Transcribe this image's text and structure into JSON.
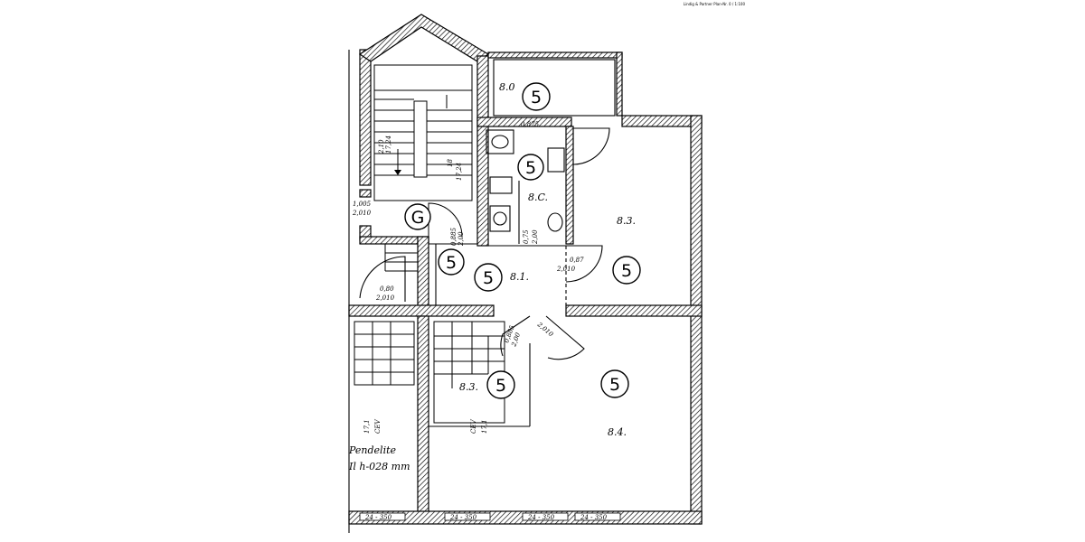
{
  "corner_note": "Lindig & Partner Plan-Nr. 0 / 1:100",
  "zone_marks": [
    {
      "id": "balcony",
      "label": "5"
    },
    {
      "id": "bath",
      "label": "5"
    },
    {
      "id": "stair-landing",
      "label": "G"
    },
    {
      "id": "hall-left",
      "label": "5"
    },
    {
      "id": "hall",
      "label": "5"
    },
    {
      "id": "room-3",
      "label": "5"
    },
    {
      "id": "room-5",
      "label": "5"
    },
    {
      "id": "room-4",
      "label": "5"
    }
  ],
  "room_labels": [
    {
      "id": "balcony",
      "text": "8.0"
    },
    {
      "id": "bath",
      "text": "8.C."
    },
    {
      "id": "hall",
      "text": "8.1."
    },
    {
      "id": "room-3",
      "text": "8.3."
    },
    {
      "id": "room-5",
      "text": "8.3."
    },
    {
      "id": "room-4",
      "text": "8.4."
    }
  ],
  "dimension_labels": [
    {
      "id": "bath-top",
      "text": "0,875"
    },
    {
      "id": "stair-1",
      "text": "2,10"
    },
    {
      "id": "stair-2",
      "text": "17,24"
    },
    {
      "id": "stair-3",
      "text": "18"
    },
    {
      "id": "stair-4",
      "text": "17,24"
    },
    {
      "id": "left-door",
      "text": "1,005"
    },
    {
      "id": "left-door-2",
      "text": "2,010"
    },
    {
      "id": "hall-door",
      "text": "0,885"
    },
    {
      "id": "hall-door-2",
      "text": "2,00"
    },
    {
      "id": "bath-door",
      "text": "0,75"
    },
    {
      "id": "bath-door-2",
      "text": "2,00"
    },
    {
      "id": "room3-door",
      "text": "0,87"
    },
    {
      "id": "room3-door-2",
      "text": "2,010"
    },
    {
      "id": "lower-door",
      "text": "0,80"
    },
    {
      "id": "lower-door-2",
      "text": "2,010"
    },
    {
      "id": "mid-door",
      "text": "0,885"
    },
    {
      "id": "mid-door-2",
      "text": "2,00"
    },
    {
      "id": "room4-door",
      "text": "2,010"
    },
    {
      "id": "stair-lower-1",
      "text": "17,1"
    },
    {
      "id": "stair-lower-2",
      "text": "CEV"
    },
    {
      "id": "stair-lower-3",
      "text": "CEV"
    },
    {
      "id": "stair-lower-4",
      "text": "17,1"
    },
    {
      "id": "win-1",
      "text": "24 - 350"
    },
    {
      "id": "win-2",
      "text": "24 - 350"
    },
    {
      "id": "win-3",
      "text": "24 - 350"
    },
    {
      "id": "win-4",
      "text": "24 - 350"
    }
  ],
  "notes": [
    {
      "id": "note-1",
      "text": "Pendelite"
    },
    {
      "id": "note-2",
      "text": "Il h-028 mm"
    }
  ]
}
